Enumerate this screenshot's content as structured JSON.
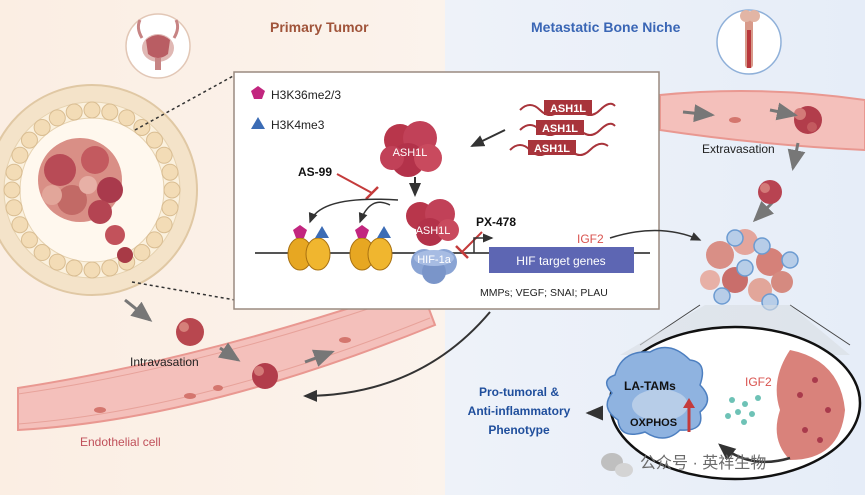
{
  "titles": {
    "primary_tumor": "Primary Tumor",
    "metastatic_bone_niche": "Metastatic Bone Niche"
  },
  "legend": {
    "h3k36": "H3K36me2/3",
    "h3k4": "H3K4me3"
  },
  "mechanism": {
    "ash1l_protein": "ASH1L",
    "ash1l_complex": "ASH1L",
    "hif": "HIF-1a",
    "as99": "AS-99",
    "px478": "PX-478",
    "target_genes": "HIF target genes",
    "targets_list": "MMPs; VEGF; SNAI; PLAU",
    "gene_labels": [
      "ASH1L",
      "ASH1L",
      "ASH1L"
    ],
    "igf2": "IGF2"
  },
  "labels": {
    "intravasation": "Intravasation",
    "endothelial": "Endothelial cell",
    "extravasation": "Extravasation",
    "la_tams": "LA-TAMs",
    "oxphos": "OXPHOS",
    "igf2_niche": "IGF2",
    "phenotype": [
      "Pro-tumoral &",
      "Anti-inflammatory",
      "Phenotype"
    ],
    "watermark": "公众号 · 英祥生物"
  },
  "colors": {
    "primary_title": "#a0543a",
    "meta_title": "#3a66b5",
    "phenotype": "#1f4e9c",
    "ash1l": "#b8364b",
    "gene_box": "#a8343b",
    "hif": "#8aa4d4",
    "target_box": "#5d66b3",
    "vessel": "#f2b4b0",
    "igf2": "#d9534f"
  }
}
